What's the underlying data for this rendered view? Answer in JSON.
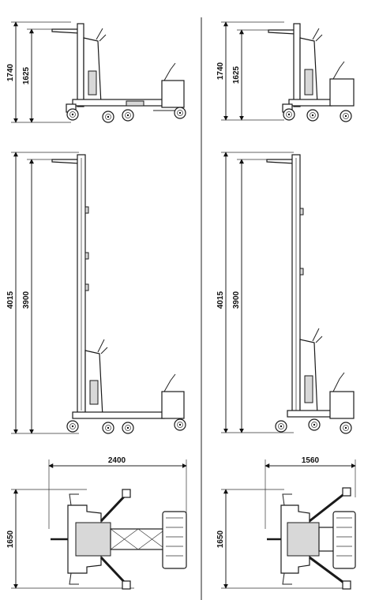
{
  "left_column": {
    "stowed": {
      "overall_height": "1740",
      "platform_height": "1625"
    },
    "raised": {
      "overall_height": "4015",
      "platform_height": "3900"
    },
    "top_view": {
      "length": "2400",
      "width": "1650"
    }
  },
  "right_column": {
    "stowed": {
      "overall_height": "1740",
      "platform_height": "1625"
    },
    "raised": {
      "overall_height": "4015",
      "platform_height": "3900"
    },
    "top_view": {
      "length": "1560",
      "width": "1650"
    }
  }
}
